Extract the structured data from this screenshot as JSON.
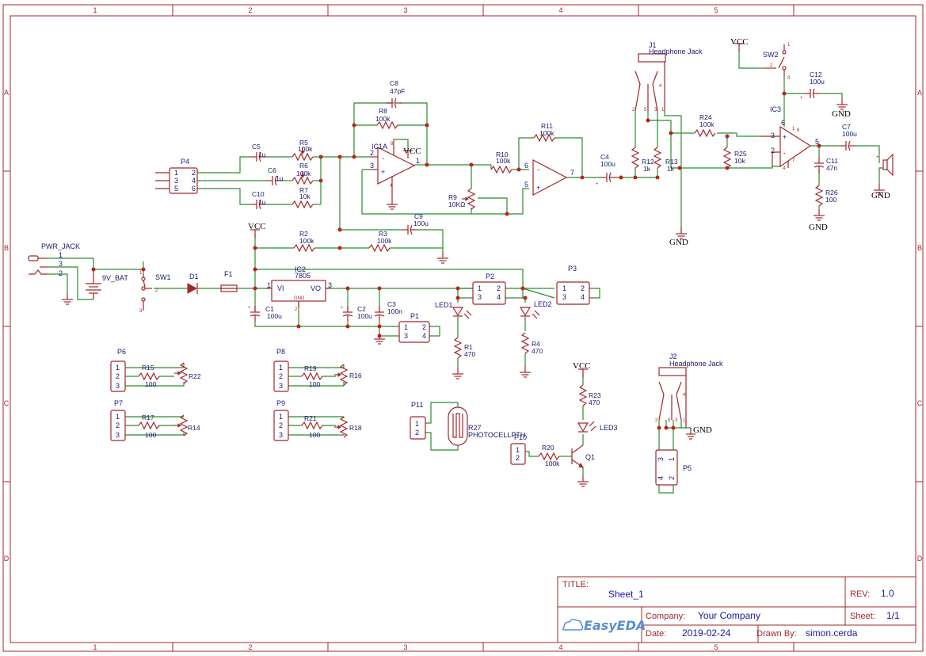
{
  "border": {
    "columns": [
      "1",
      "2",
      "3",
      "4",
      "5"
    ],
    "rows": [
      "A",
      "B",
      "C",
      "D"
    ]
  },
  "title_block": {
    "title_label": "TITLE:",
    "title": "Sheet_1",
    "rev_label": "REV:",
    "rev": "1.0",
    "company_label": "Company:",
    "company": "Your Company",
    "sheet_label": "Sheet:",
    "sheet": "1/1",
    "date_label": "Date:",
    "date": "2019-02-24",
    "drawn_label": "Drawn By:",
    "drawn_by": "simon.cerda",
    "logo": "EasyEDA"
  },
  "nets": {
    "vcc": "VCC",
    "gnd": "GND"
  },
  "components": {
    "c8": {
      "ref": "C8",
      "value": "47pF"
    },
    "r8": {
      "ref": "R8",
      "value": "100k"
    },
    "ic1a": {
      "ref": "IC1A",
      "pins": [
        "8",
        "2",
        "3",
        "1",
        "4"
      ]
    },
    "c5": {
      "ref": "C5",
      "value": "1u"
    },
    "c6": {
      "ref": "C6",
      "value": "1u"
    },
    "c10": {
      "ref": "C10",
      "value": "1u"
    },
    "r5": {
      "ref": "R5",
      "value": "100k"
    },
    "r6": {
      "ref": "R6",
      "value": "100k"
    },
    "r7": {
      "ref": "R7",
      "value": "10k"
    },
    "p4": {
      "ref": "P4",
      "pins": [
        "1",
        "2",
        "3",
        "4",
        "5",
        "6"
      ]
    },
    "r11": {
      "ref": "R11",
      "value": "100k"
    },
    "r10": {
      "ref": "R10",
      "value": "100k"
    },
    "r9": {
      "ref": "R9",
      "value": "10KΩ"
    },
    "ic1b": {
      "pins": [
        "6",
        "5",
        "7"
      ]
    },
    "c4": {
      "ref": "C4",
      "value": "100u"
    },
    "c9": {
      "ref": "C9",
      "value": "100u"
    },
    "r2": {
      "ref": "R2",
      "value": "100k"
    },
    "r3": {
      "ref": "R3",
      "value": "100k"
    },
    "j1": {
      "ref": "J1",
      "value": "Headphone Jack",
      "pins": [
        "2",
        "5",
        "3",
        "4",
        "1"
      ]
    },
    "r12": {
      "ref": "R12",
      "value": "1k"
    },
    "r13": {
      "ref": "R13",
      "value": "1k"
    },
    "r24": {
      "ref": "R24",
      "value": "100k"
    },
    "r25": {
      "ref": "R25",
      "value": "10k"
    },
    "sw2": {
      "ref": "SW2",
      "pins": [
        "1",
        "2",
        "3"
      ]
    },
    "c12": {
      "ref": "C12",
      "value": "100u"
    },
    "ic3": {
      "ref": "IC3",
      "pins": [
        "6",
        "3",
        "2",
        "5",
        "4",
        "8",
        "7",
        "1"
      ]
    },
    "c7": {
      "ref": "C7",
      "value": "100u"
    },
    "c11": {
      "ref": "C11",
      "value": "47n"
    },
    "r26": {
      "ref": "R26",
      "value": "100"
    },
    "pwr_jack": {
      "ref": "PWR_JACK",
      "pins": [
        "1",
        "3",
        "2"
      ]
    },
    "bat": {
      "ref": "9V_BAT"
    },
    "sw1": {
      "ref": "SW1",
      "pins": [
        "1",
        "2",
        "3"
      ]
    },
    "d1": {
      "ref": "D1"
    },
    "f1": {
      "ref": "F1"
    },
    "ic2": {
      "ref": "IC2",
      "value": "7805",
      "vi": "VI",
      "vo": "VO",
      "gnd": "GND",
      "pins": [
        "1",
        "3",
        "2"
      ]
    },
    "c1": {
      "ref": "C1",
      "value": "100u"
    },
    "c2": {
      "ref": "C2",
      "value": "100u"
    },
    "c3": {
      "ref": "C3",
      "value": "100n"
    },
    "p1": {
      "ref": "P1",
      "pins": [
        "1",
        "2",
        "3",
        "4"
      ]
    },
    "p2": {
      "ref": "P2",
      "pins": [
        "1",
        "2",
        "3",
        "4"
      ]
    },
    "p3": {
      "ref": "P3",
      "pins": [
        "1",
        "2",
        "3",
        "4"
      ]
    },
    "led1": {
      "ref": "LED1"
    },
    "led2": {
      "ref": "LED2"
    },
    "r1": {
      "ref": "R1",
      "value": "470"
    },
    "r4": {
      "ref": "R4",
      "value": "470"
    },
    "p6": {
      "ref": "P6",
      "pins": [
        "1",
        "2",
        "3"
      ]
    },
    "r15": {
      "ref": "R15",
      "value": "100"
    },
    "r22": {
      "ref": "R22"
    },
    "p7": {
      "ref": "P7",
      "pins": [
        "1",
        "2",
        "3"
      ]
    },
    "r17": {
      "ref": "R17",
      "value": "100"
    },
    "r14": {
      "ref": "R14"
    },
    "p8": {
      "ref": "P8",
      "pins": [
        "1",
        "2",
        "3"
      ]
    },
    "r19": {
      "ref": "R19",
      "value": "100"
    },
    "r16": {
      "ref": "R16"
    },
    "p9": {
      "ref": "P9",
      "pins": [
        "1",
        "2",
        "3"
      ]
    },
    "r21": {
      "ref": "R21",
      "value": "100"
    },
    "r18": {
      "ref": "R18"
    },
    "p11": {
      "ref": "P11",
      "pins": [
        "1",
        "2"
      ]
    },
    "r27": {
      "ref": "R27",
      "value": "PHOTOCELLPTH"
    },
    "p10": {
      "ref": "P10",
      "pins": [
        "1",
        "2"
      ]
    },
    "r20": {
      "ref": "R20",
      "value": "100k"
    },
    "q1": {
      "ref": "Q1"
    },
    "r23": {
      "ref": "R23",
      "value": "470"
    },
    "led3": {
      "ref": "LED3"
    },
    "j2": {
      "ref": "J2",
      "value": "Headphone Jack",
      "pins": [
        "2",
        "5",
        "3",
        "4",
        "1"
      ]
    },
    "p5": {
      "ref": "P5",
      "pins": [
        "3",
        "1",
        "4",
        "2"
      ]
    }
  }
}
